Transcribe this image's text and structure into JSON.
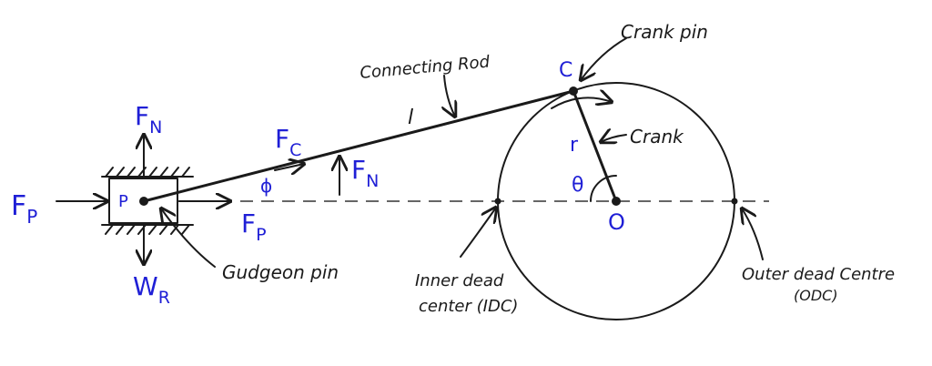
{
  "labels": {
    "crank_pin": "Crank pin",
    "connecting_rod": "Connecting Rod",
    "crank": "Crank",
    "gudgeon_pin": "Gudgeon pin",
    "inner_dead_center_line1": "Inner dead",
    "inner_dead_center_line2": "center (IDC)",
    "outer_dead_centre_line1": "Outer dead Centre",
    "outer_dead_centre_line2": "(ODC)",
    "point_c": "C",
    "point_p": "P",
    "point_o": "O",
    "rod_length": "l",
    "crank_radius": "r",
    "angle_theta": "θ",
    "angle_phi": "ϕ",
    "force_fp_left": "F",
    "force_fp_left_sub": "P",
    "force_fp_right": "F",
    "force_fp_right_sub": "P",
    "force_fc": "F",
    "force_fc_sub": "C",
    "force_fn_top": "F",
    "force_fn_top_sub": "N",
    "force_fn_mid": "F",
    "force_fn_mid_sub": "N",
    "force_wr": "W",
    "force_wr_sub": "R"
  },
  "colors": {
    "ink": "#1a1a1a",
    "symbol_blue": "#1f1fd6"
  }
}
